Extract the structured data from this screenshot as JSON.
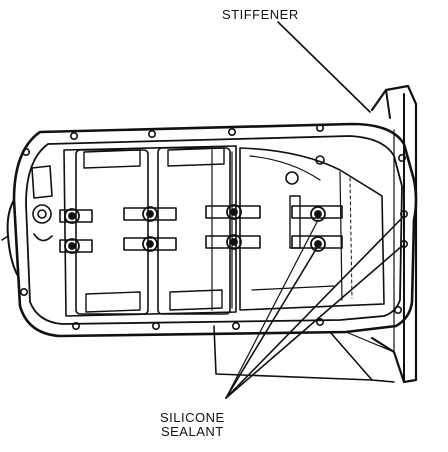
{
  "labels": {
    "stiffener": "STIFFENER",
    "silicone_line1": "SILICONE",
    "silicone_line2": "SEALANT"
  },
  "colors": {
    "ink": "#111111",
    "background": "#ffffff"
  }
}
